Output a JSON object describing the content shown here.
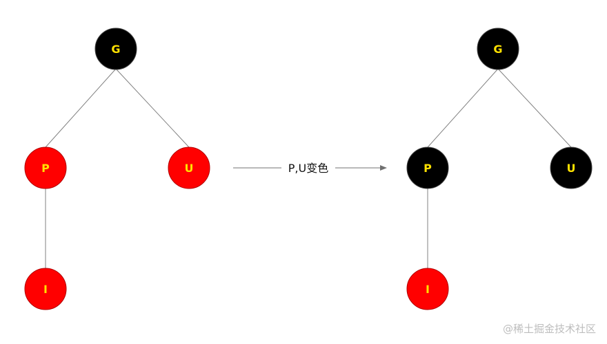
{
  "colors": {
    "red_node": "#ff0000",
    "black_node": "#000000",
    "node_text": "#ffe100",
    "edge": "#808080",
    "arrow": "#707070"
  },
  "before_tree": {
    "nodes": {
      "g": {
        "label": "G",
        "color": "black"
      },
      "p": {
        "label": "P",
        "color": "red"
      },
      "u": {
        "label": "U",
        "color": "red"
      },
      "i": {
        "label": "I",
        "color": "red"
      }
    }
  },
  "arrow": {
    "label": "P,U变色"
  },
  "after_tree": {
    "nodes": {
      "g": {
        "label": "G",
        "color": "black"
      },
      "p": {
        "label": "P",
        "color": "black"
      },
      "u": {
        "label": "U",
        "color": "black"
      },
      "i": {
        "label": "I",
        "color": "red"
      }
    }
  },
  "watermark": "@稀土掘金技术社区"
}
